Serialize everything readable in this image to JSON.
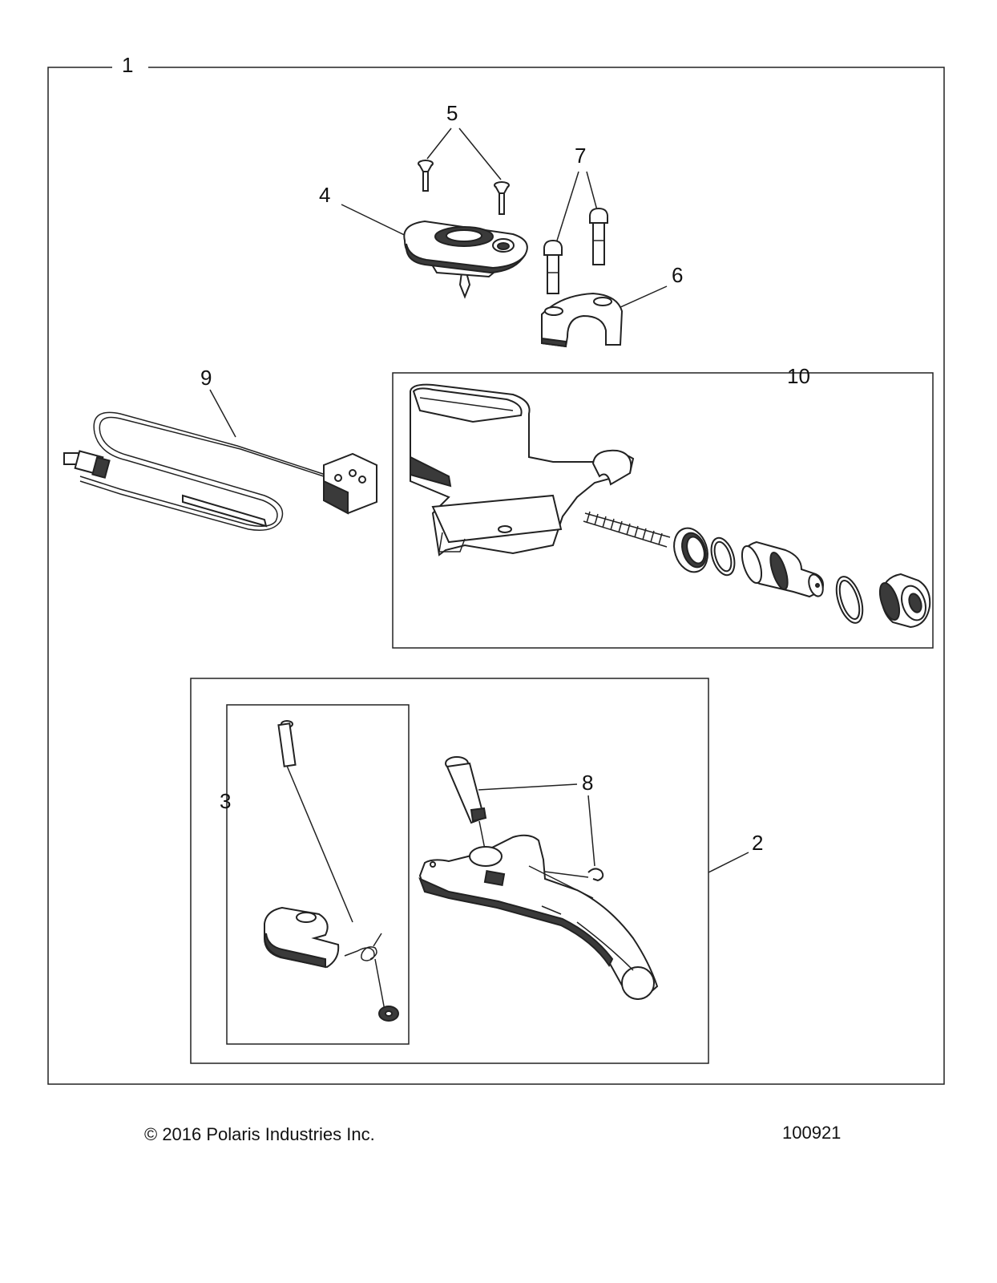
{
  "colors": {
    "line": "#222222",
    "background": "#ffffff",
    "shade": "#3a3a3a"
  },
  "callouts": {
    "c1": "1",
    "c2": "2",
    "c3": "3",
    "c4": "4",
    "c5": "5",
    "c6": "6",
    "c7": "7",
    "c8": "8",
    "c9": "9",
    "c10": "10"
  },
  "footer": {
    "copyright": "© 2016 Polaris Industries Inc.",
    "diagram_id": "100921"
  }
}
